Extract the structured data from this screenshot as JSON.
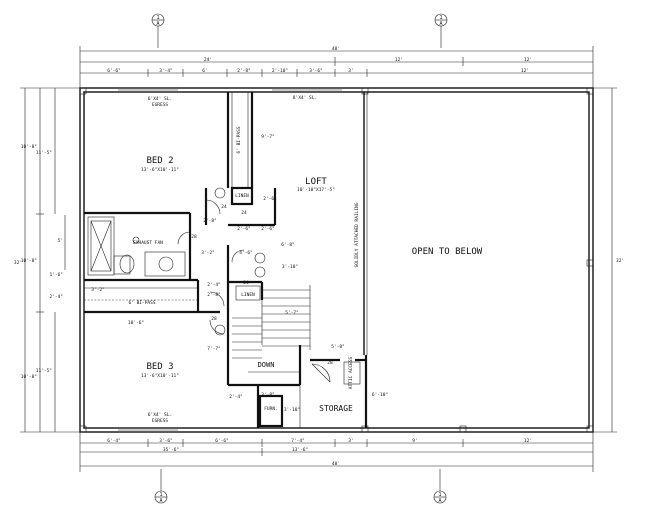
{
  "rooms": {
    "bed2": "BED 2",
    "bed2_size": "13'-6\"X10'-11\"",
    "bed3": "BED 3",
    "bed3_size": "13'-6\"X10'-11\"",
    "loft": "LOFT",
    "loft_size": "10'-10\"X17'-5\"",
    "open_to_below": "OPEN TO BELOW",
    "storage": "STORAGE",
    "down": "DOWN"
  },
  "notes": {
    "window_top_left": "6'X4' SL.",
    "window_top_loft": "8'X4' SL.",
    "window_bottom": "6'X4' SL.",
    "egress_top": "EGRESS",
    "egress_bottom": "EGRESS",
    "linen_1": "LINEN",
    "linen_2": "LINEN",
    "bi_pass_1": "6' BI-PASS",
    "bi_pass_2": "6' BI-PASS",
    "railing": "SOLIDLY ATTACHED RAILING",
    "furn": "FURN.",
    "attic_access": "ATTIC ACCESS",
    "exhaust_fan": "EXHAUST FAN",
    "tag_24a": "24",
    "tag_24b": "24",
    "tag_24c": "24",
    "tag_28a": "28",
    "tag_28b": "28",
    "tag_28c": "28"
  },
  "dims": {
    "top_total": "48'",
    "top_a": "24'",
    "top_b": "12'",
    "top_c": "12'",
    "top_r1": [
      "6'-6\"",
      "3'-4\"",
      "6'",
      "2'-8\"",
      "2'-10\"",
      "3'-6\"",
      "3'",
      "12'"
    ],
    "bottom_r1": [
      "6'-4\"",
      "3'-6\"",
      "6'-6\"",
      "7'-4\"",
      "3'",
      "9'",
      "12'"
    ],
    "bottom_a": "35'-6\"",
    "bottom_b": "13'-6\"",
    "bottom_total": "48'",
    "left_total": "32'",
    "right_total": "32'",
    "left_upper": "10'-8\"",
    "left_upper2": "11'-5\"",
    "left_mid": "10'-8\"",
    "left_lower": "10'-8\"",
    "left_lower2": "11'-5\"",
    "left_5": "5'",
    "left_1_6": "1'-6\"",
    "left_2_4": "2'-4\"",
    "inner": [
      "9'-7\"",
      "2'-6\"",
      "2'-8\"",
      "2'-6\"",
      "2'-6\"",
      "6'-8\"",
      "3'-2\"",
      "2'-8\"",
      "4'-6\"",
      "3'-10\"",
      "5'-7\"",
      "7'-7\"",
      "10'-6\"",
      "3'-2\"",
      "2'-4\"",
      "3'-8\"",
      "5'-8\"",
      "3'-10\"",
      "6'-10\"",
      "2'-4\""
    ]
  },
  "section_tags": [
    "1",
    "A",
    "1",
    "A",
    "1",
    "A",
    "1",
    "A"
  ]
}
